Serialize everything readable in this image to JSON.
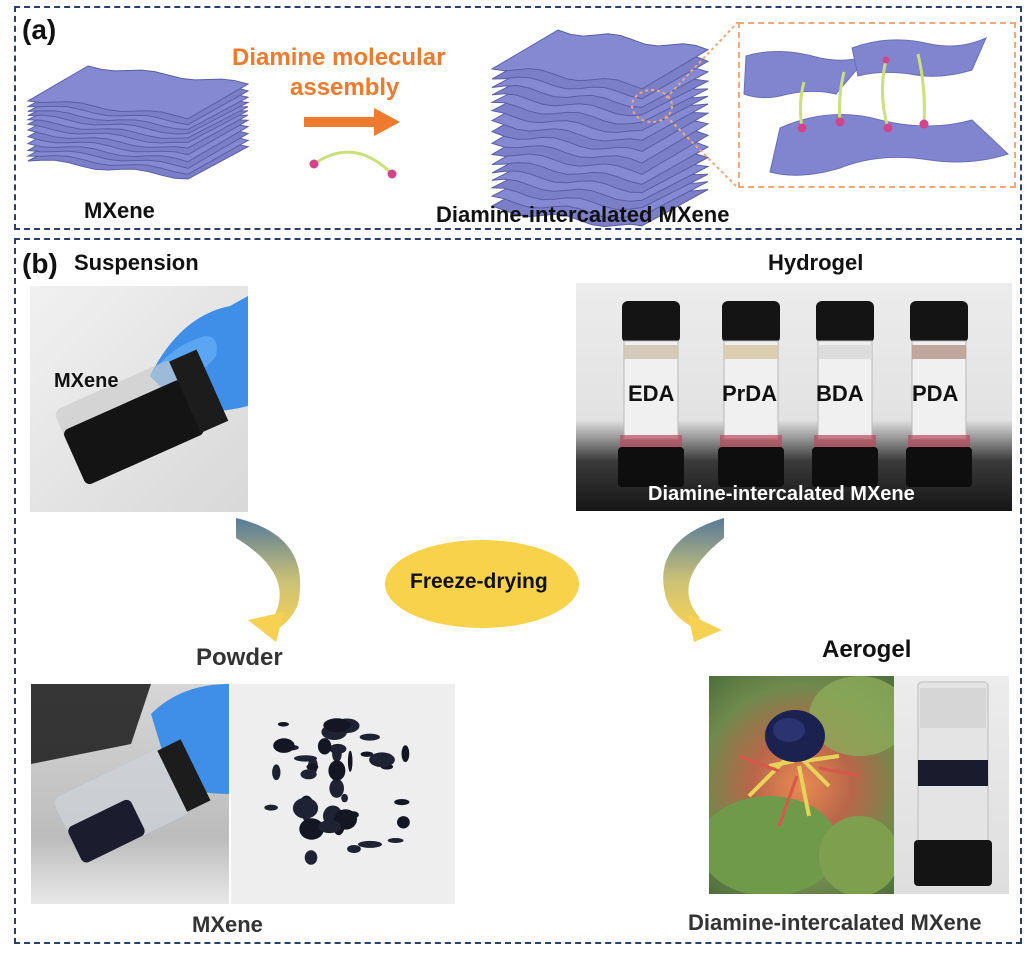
{
  "colors": {
    "border": "#2a3f6c",
    "mxene_sheet": "#7b7fc7",
    "mxene_sheet_dark": "#5a5ea6",
    "orange_accent": "#ed7a2d",
    "freeze_ellipse": "#f8d24b",
    "arrow_blue": "#557a99",
    "arrow_yellow": "#f7d152",
    "molecule_chain": "#c9e07d",
    "molecule_end": "#d4448a"
  },
  "panel_a": {
    "label": "(a)",
    "arrow_text_line1": "Diamine molecular",
    "arrow_text_line2": "assembly",
    "left_caption": "MXene",
    "right_caption": "Diamine-intercalated MXene"
  },
  "panel_b": {
    "label": "(b)",
    "suspension": {
      "title": "Suspension",
      "photo_label": "MXene"
    },
    "hydrogel": {
      "title": "Hydrogel",
      "vials": [
        "EDA",
        "PrDA",
        "BDA",
        "PDA"
      ],
      "photo_caption": "Diamine-intercalated MXene"
    },
    "center_label": "Freeze-drying",
    "powder": {
      "title": "Powder",
      "caption": "MXene"
    },
    "aerogel": {
      "title": "Aerogel",
      "caption": "Diamine-intercalated MXene"
    }
  }
}
